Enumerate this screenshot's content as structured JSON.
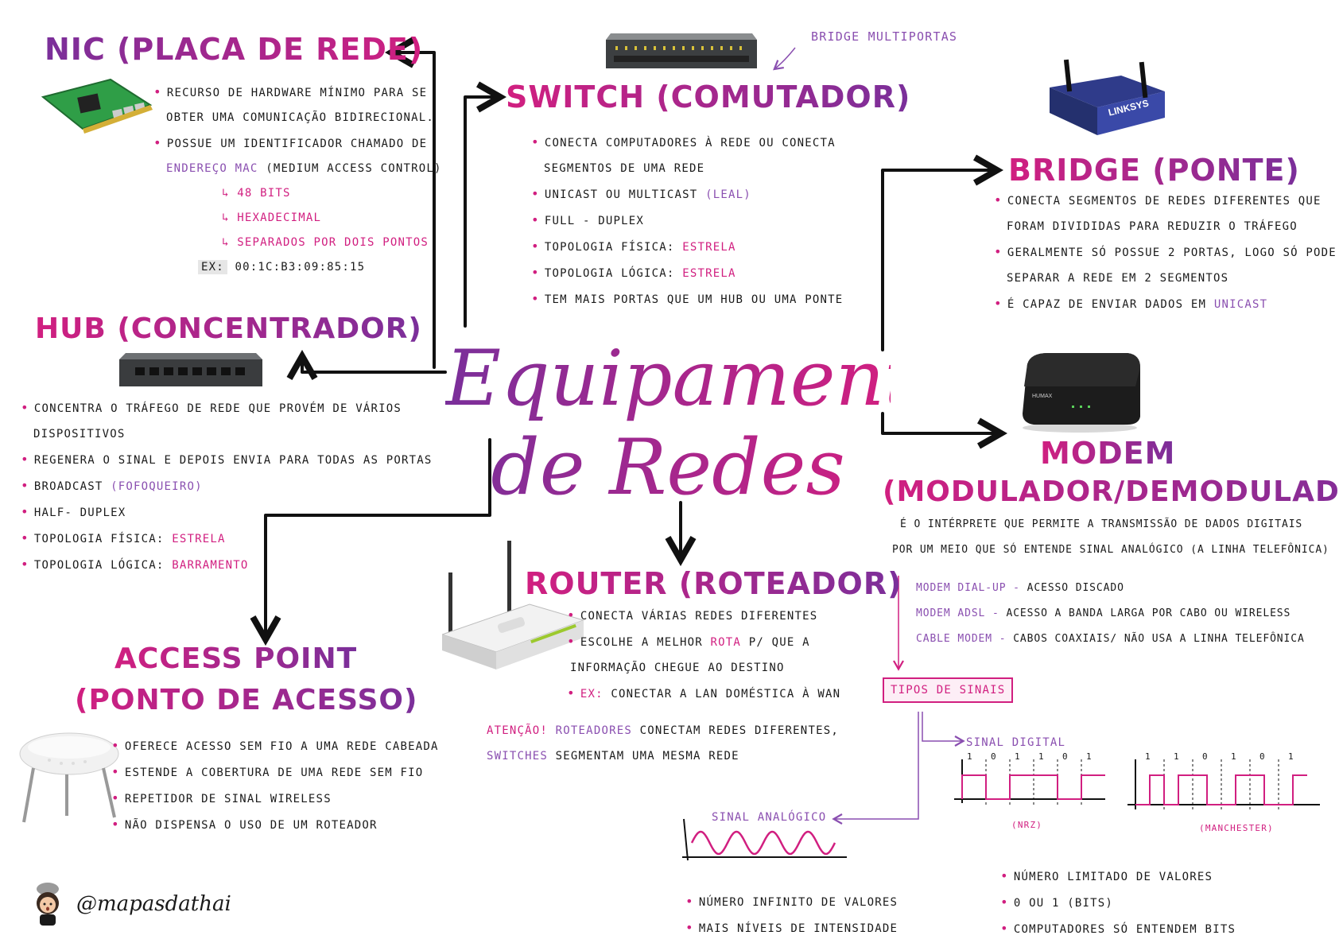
{
  "center_title": {
    "line1": "Equipamentos",
    "line2": "de Redes"
  },
  "nic": {
    "title": "NIC (PLACA DE REDE)",
    "b1a": "RECURSO DE HARDWARE MÍNIMO PARA SE",
    "b1b": "OBTER UMA COMUNICAÇÃO BIDIRECIONAL.",
    "b2a": "POSSUE UM IDENTIFICADOR CHAMADO DE",
    "b2b_pink": "ENDEREÇO MAC",
    "b2b_rest": "(MEDIUM ACCESS CONTROL)",
    "sub1": "↳ 48 BITS",
    "sub2": "↳ HEXADECIMAL",
    "sub3": "↳ SEPARADOS POR DOIS PONTOS",
    "ex_label": "EX:",
    "ex_value": "00:1C:B3:09:85:15"
  },
  "switch": {
    "note": "BRIDGE MULTIPORTAS",
    "title": "SWITCH (COMUTADOR)",
    "b1a": "CONECTA COMPUTADORES À REDE OU CONECTA",
    "b1b": "SEGMENTOS DE UMA REDE",
    "b2": "UNICAST OU MULTICAST",
    "b2_note": "(LEAL)",
    "b3": "FULL - DUPLEX",
    "b4": "TOPOLOGIA FÍSICA:",
    "b4_val": "ESTRELA",
    "b5": "TOPOLOGIA LÓGICA:",
    "b5_val": "ESTRELA",
    "b6": "TEM MAIS PORTAS QUE UM HUB OU UMA PONTE"
  },
  "bridge": {
    "title": "BRIDGE (PONTE)",
    "b1a": "CONECTA SEGMENTOS DE REDES DIFERENTES QUE",
    "b1b": "FORAM DIVIDIDAS PARA REDUZIR O TRÁFEGO",
    "b2a": "GERALMENTE SÓ POSSUE 2 PORTAS, LOGO SÓ PODE",
    "b2b": "SEPARAR A REDE EM 2 SEGMENTOS",
    "b3": "É CAPAZ DE ENVIAR DADOS EM",
    "b3_val": "UNICAST"
  },
  "hub": {
    "title": "HUB (CONCENTRADOR)",
    "b1a": "CONCENTRA O TRÁFEGO DE REDE QUE PROVÉM DE VÁRIOS",
    "b1b": "DISPOSITIVOS",
    "b2": "REGENERA O SINAL E DEPOIS ENVIA PARA TODAS AS PORTAS",
    "b3": "BROADCAST",
    "b3_note": "(FOFOQUEIRO)",
    "b4": "HALF- DUPLEX",
    "b5": "TOPOLOGIA FÍSICA:",
    "b5_val": "ESTRELA",
    "b6": "TOPOLOGIA LÓGICA:",
    "b6_val": "BARRAMENTO"
  },
  "modem": {
    "title1": "MODEM",
    "title2": "(MODULADOR/DEMODULADOR)",
    "d1": "É O INTÉRPRETE QUE PERMITE A TRANSMISSÃO DE DADOS DIGITAIS",
    "d2": "POR UM MEIO QUE SÓ ENTENDE SINAL ANALÓGICO (A LINHA TELEFÔNICA)",
    "t1_label": "MODEM DIAL-UP -",
    "t1_val": "ACESSO DISCADO",
    "t2_label": "MODEM ADSL -",
    "t2_val": "ACESSO A BANDA LARGA POR CABO OU WIRELESS",
    "t3_label": "CABLE MODEM -",
    "t3_val": "CABOS COAXIAIS/ NÃO USA A LINHA TELEFÔNICA",
    "signals_box": "TIPOS DE SINAIS",
    "digital_label": "SINAL DIGITAL",
    "nrz_bits": [
      "1",
      "0",
      "1",
      "1",
      "0",
      "1"
    ],
    "nrz_label": "(NRZ)",
    "manchester_bits": [
      "1",
      "1",
      "0",
      "1",
      "0",
      "1"
    ],
    "manchester_label": "(MANCHESTER)",
    "analog_label": "SINAL ANALÓGICO",
    "dig_b1": "NÚMERO LIMITADO DE VALORES",
    "dig_b2": "0 OU 1 (BITS)",
    "dig_b3": "COMPUTADORES SÓ ENTENDEM BITS",
    "an_b1": "NÚMERO INFINITO DE VALORES",
    "an_b2": "MAIS NÍVEIS DE INTENSIDADE"
  },
  "router": {
    "title": "ROUTER (ROTEADOR)",
    "b1": "CONECTA VÁRIAS REDES DIFERENTES",
    "b2a_pre": "ESCOLHE A MELHOR",
    "b2a_pink": "ROTA",
    "b2a_post": "P/ QUE A",
    "b2b": "INFORMAÇÃO CHEGUE AO DESTINO",
    "b3_label": "EX:",
    "b3": "CONECTAR A LAN DOMÉSTICA À WAN",
    "att_label": "ATENÇÃO!",
    "att_pink": "ROTEADORES",
    "att1": "CONECTAM REDES DIFERENTES,",
    "att_purple": "SWITCHES",
    "att2": "SEGMENTAM UMA MESMA REDE"
  },
  "ap": {
    "title1": "ACCESS POINT",
    "title2": "(PONTO DE ACESSO)",
    "b1": "OFERECE ACESSO SEM FIO A UMA REDE CABEADA",
    "b2": "ESTENDE A COBERTURA DE UMA REDE SEM FIO",
    "b3": "REPETIDOR DE SINAL WIRELESS",
    "b4": "NÃO DISPENSA O USO DE UM ROTEADOR"
  },
  "brand_text": "LINKSYS",
  "modem_brand": "HUMAX",
  "handle": "@mapasdathai"
}
